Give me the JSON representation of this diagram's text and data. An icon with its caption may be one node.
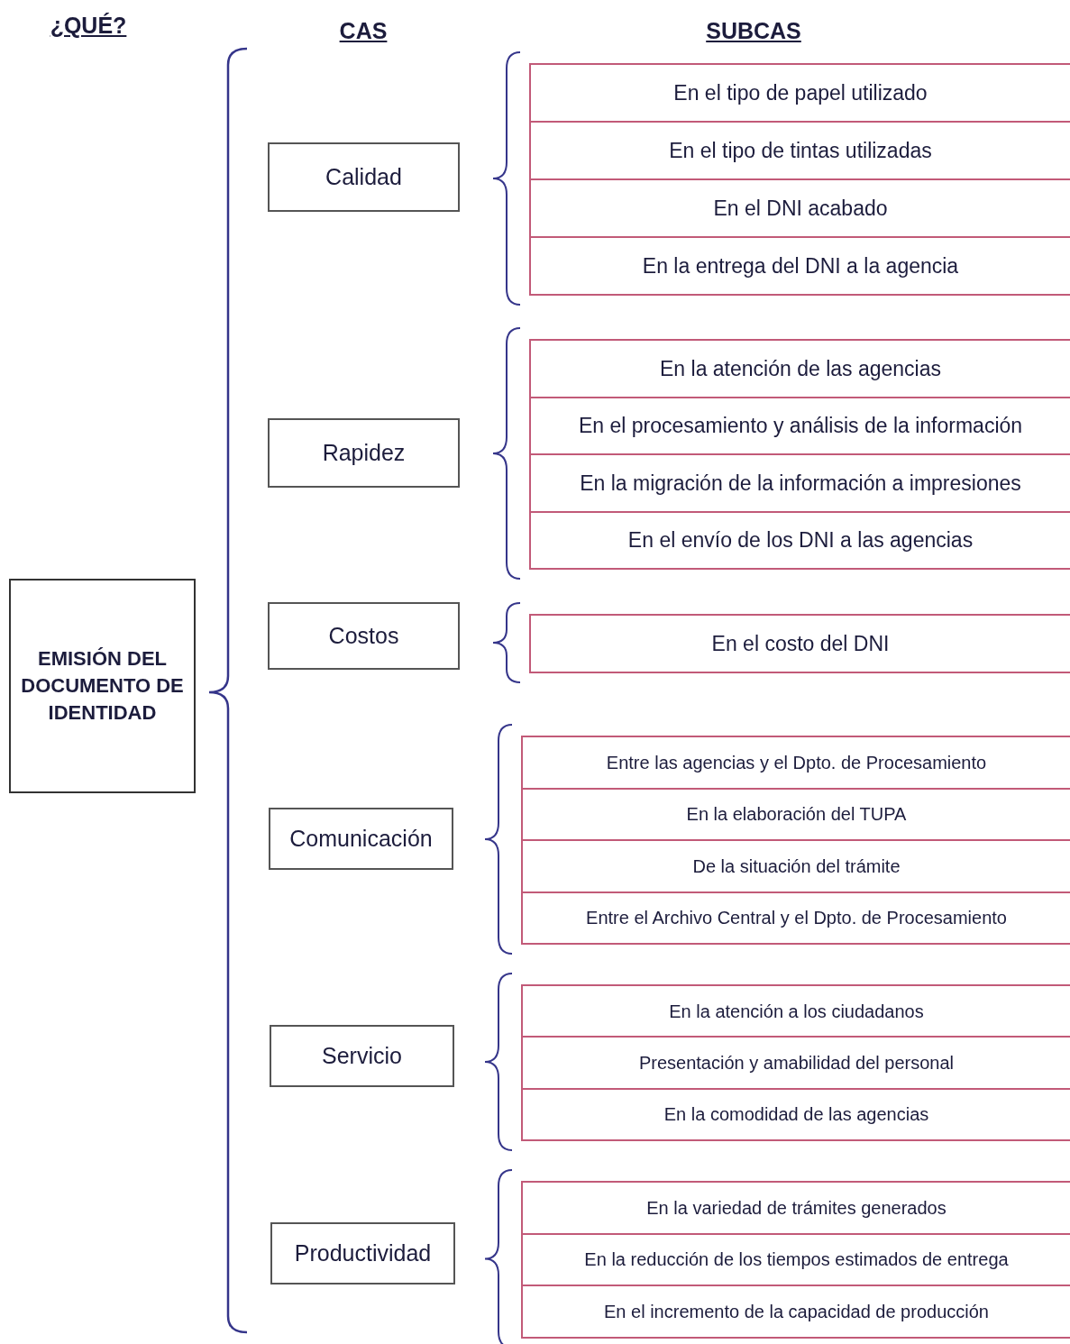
{
  "diagram": {
    "nodes": [
      {
        "text": [
          "EMISIÓN DEL DOCUMENTO DE IDENTIDAD"
        ]
      },
      {
        "text": [
          "Calidad"
        ]
      },
      {
        "text": [
          "En el tipo de papel utilizado"
        ]
      },
      {
        "text": [
          "En el tipo de tintas utilizadas"
        ]
      },
      {
        "text": [
          "En el DNI acabado"
        ]
      },
      {
        "text": [
          "En la entrega del DNI a la agencia"
        ]
      },
      {
        "text": [
          "Rapidez"
        ]
      },
      {
        "text": [
          "En la atención de las agencias"
        ]
      },
      {
        "text": [
          "En el procesamiento y análisis de la información"
        ]
      },
      {
        "text": [
          "En la migración de la información a impresiones"
        ]
      },
      {
        "text": [
          "En el envío de los DNI a las agencias"
        ]
      },
      {
        "text": [
          "Costos"
        ]
      },
      {
        "text": [
          "En el costo del DNI"
        ]
      },
      {
        "text": [
          "Comunicación"
        ]
      },
      {
        "text": [
          "Entre las agencias y el Dpto. de Procesamiento"
        ]
      },
      {
        "text": [
          "En la elaboración del TUPA"
        ]
      },
      {
        "text": [
          "De la situación del trámite"
        ]
      },
      {
        "text": [
          "Entre el Archivo Central y el Dpto. de Procesamiento"
        ]
      },
      {
        "text": [
          "Servicio"
        ]
      },
      {
        "text": [
          "En la atención a los ciudadanos"
        ]
      },
      {
        "text": [
          "Presentación y amabilidad del personal"
        ]
      },
      {
        "text": [
          "En la comodidad de las agencias"
        ]
      },
      {
        "text": [
          "Productividad"
        ]
      },
      {
        "text": [
          "En la variedad de trámites generados"
        ]
      },
      {
        "text": [
          "En la reducción de los tiempos estimados de entrega"
        ]
      },
      {
        "text": [
          "En el incremento de la capacidad de producción"
        ]
      }
    ],
    "labels": [
      "¿QUÉ?",
      "CAS",
      "SUBCAS"
    ]
  }
}
